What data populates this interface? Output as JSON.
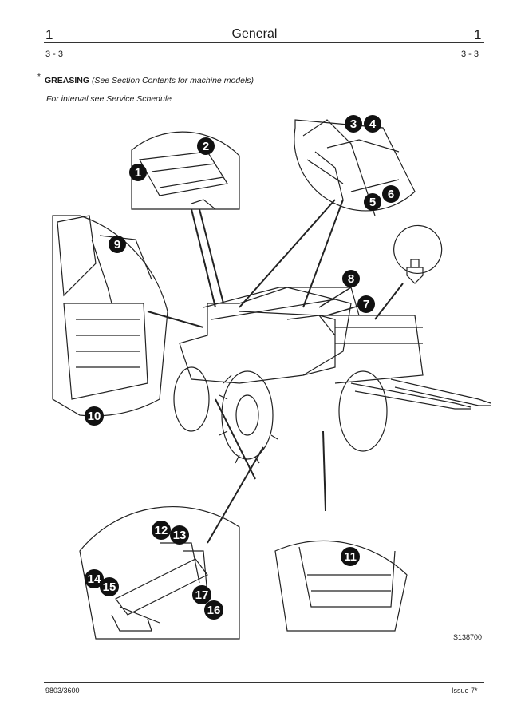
{
  "header": {
    "left_num": "1",
    "title": "General",
    "right_num": "1",
    "left_sub": "3 - 3",
    "right_sub": "3 - 3"
  },
  "section": {
    "marker": "*",
    "title": "GREASING",
    "note": "(See Section Contents for machine models)",
    "interval": "For interval see Service Schedule"
  },
  "figure": {
    "code": "S138700",
    "callouts": [
      "1",
      "2",
      "3",
      "4",
      "5",
      "6",
      "7",
      "8",
      "9",
      "10",
      "11",
      "12",
      "13",
      "14",
      "15",
      "16",
      "17"
    ]
  },
  "footer": {
    "left": "9803/3600",
    "right": "Issue 7*"
  }
}
